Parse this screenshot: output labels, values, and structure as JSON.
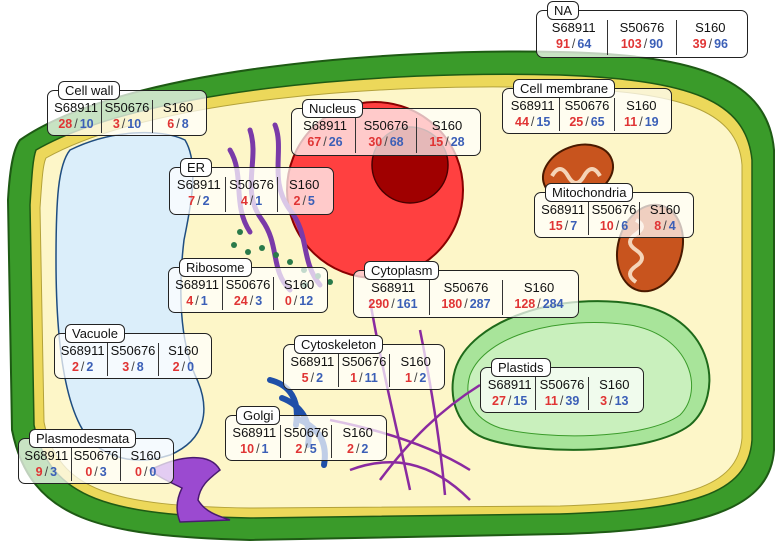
{
  "strains": [
    "S68911",
    "S50676",
    "S160"
  ],
  "colors": {
    "count_a": "#e03434",
    "count_b": "#3b5fb7",
    "cell_wall": "#3a9b2a",
    "cytoplasm": "#fdf6c8",
    "nucleus": "#ff4040",
    "plastid": "#a8e49a",
    "vacuole": "#dbeefa"
  },
  "compartments": {
    "na": {
      "title": "NA",
      "values": [
        {
          "a": "91",
          "b": "64"
        },
        {
          "a": "103",
          "b": "90"
        },
        {
          "a": "39",
          "b": "96"
        }
      ]
    },
    "cell_wall": {
      "title": "Cell wall",
      "values": [
        {
          "a": "28",
          "b": "10"
        },
        {
          "a": "3",
          "b": "10"
        },
        {
          "a": "6",
          "b": "8"
        }
      ]
    },
    "nucleus": {
      "title": "Nucleus",
      "values": [
        {
          "a": "67",
          "b": "26"
        },
        {
          "a": "30",
          "b": "68"
        },
        {
          "a": "15",
          "b": "28"
        }
      ]
    },
    "cell_membrane": {
      "title": "Cell membrane",
      "values": [
        {
          "a": "44",
          "b": "15"
        },
        {
          "a": "25",
          "b": "65"
        },
        {
          "a": "11",
          "b": "19"
        }
      ]
    },
    "er": {
      "title": "ER",
      "values": [
        {
          "a": "7",
          "b": "2"
        },
        {
          "a": "4",
          "b": "1"
        },
        {
          "a": "2",
          "b": "5"
        }
      ]
    },
    "mitochondria": {
      "title": "Mitochondria",
      "values": [
        {
          "a": "15",
          "b": "7"
        },
        {
          "a": "10",
          "b": "6"
        },
        {
          "a": "8",
          "b": "4"
        }
      ]
    },
    "ribosome": {
      "title": "Ribosome",
      "values": [
        {
          "a": "4",
          "b": "1"
        },
        {
          "a": "24",
          "b": "3"
        },
        {
          "a": "0",
          "b": "12"
        }
      ]
    },
    "cytoplasm": {
      "title": "Cytoplasm",
      "values": [
        {
          "a": "290",
          "b": "161"
        },
        {
          "a": "180",
          "b": "287"
        },
        {
          "a": "128",
          "b": "284"
        }
      ]
    },
    "vacuole": {
      "title": "Vacuole",
      "values": [
        {
          "a": "2",
          "b": "2"
        },
        {
          "a": "3",
          "b": "8"
        },
        {
          "a": "2",
          "b": "0"
        }
      ]
    },
    "cytoskeleton": {
      "title": "Cytoskeleton",
      "values": [
        {
          "a": "5",
          "b": "2"
        },
        {
          "a": "1",
          "b": "11"
        },
        {
          "a": "1",
          "b": "2"
        }
      ]
    },
    "plastids": {
      "title": "Plastids",
      "values": [
        {
          "a": "27",
          "b": "15"
        },
        {
          "a": "11",
          "b": "39"
        },
        {
          "a": "3",
          "b": "13"
        }
      ]
    },
    "golgi": {
      "title": "Golgi",
      "values": [
        {
          "a": "10",
          "b": "1"
        },
        {
          "a": "2",
          "b": "5"
        },
        {
          "a": "2",
          "b": "2"
        }
      ]
    },
    "plasmodesmata": {
      "title": "Plasmodesmata",
      "values": [
        {
          "a": "9",
          "b": "3"
        },
        {
          "a": "0",
          "b": "3"
        },
        {
          "a": "0",
          "b": "0"
        }
      ]
    }
  }
}
